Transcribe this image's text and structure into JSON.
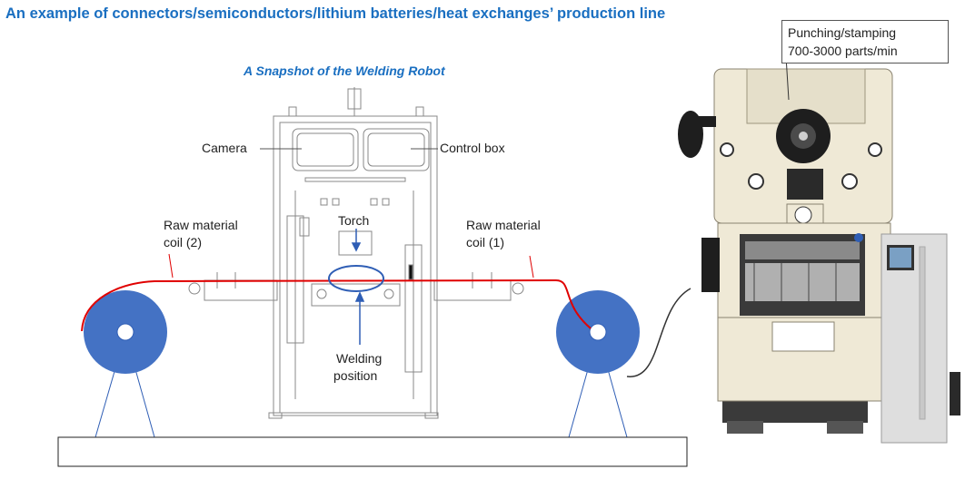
{
  "title": "An example of connectors/semiconductors/lithium batteries/heat exchanges’ production line",
  "subtitle": "A Snapshot of the Welding Robot",
  "labels": {
    "camera": "Camera",
    "control_box": "Control box",
    "torch": "Torch",
    "raw_coil_2_line1": "Raw material",
    "raw_coil_2_line2": "coil (2)",
    "raw_coil_1_line1": "Raw material",
    "raw_coil_1_line2": "coil (1)",
    "welding_line1": "Welding",
    "welding_line2": "position"
  },
  "callout": {
    "line1": "Punching/stamping",
    "line2": "700-3000 parts/min"
  },
  "colors": {
    "title": "#1a6fc1",
    "coil": "#4472c4",
    "strip": "#e00000",
    "pointer": "#2f5eb5",
    "press_body": "#efe9d6"
  }
}
